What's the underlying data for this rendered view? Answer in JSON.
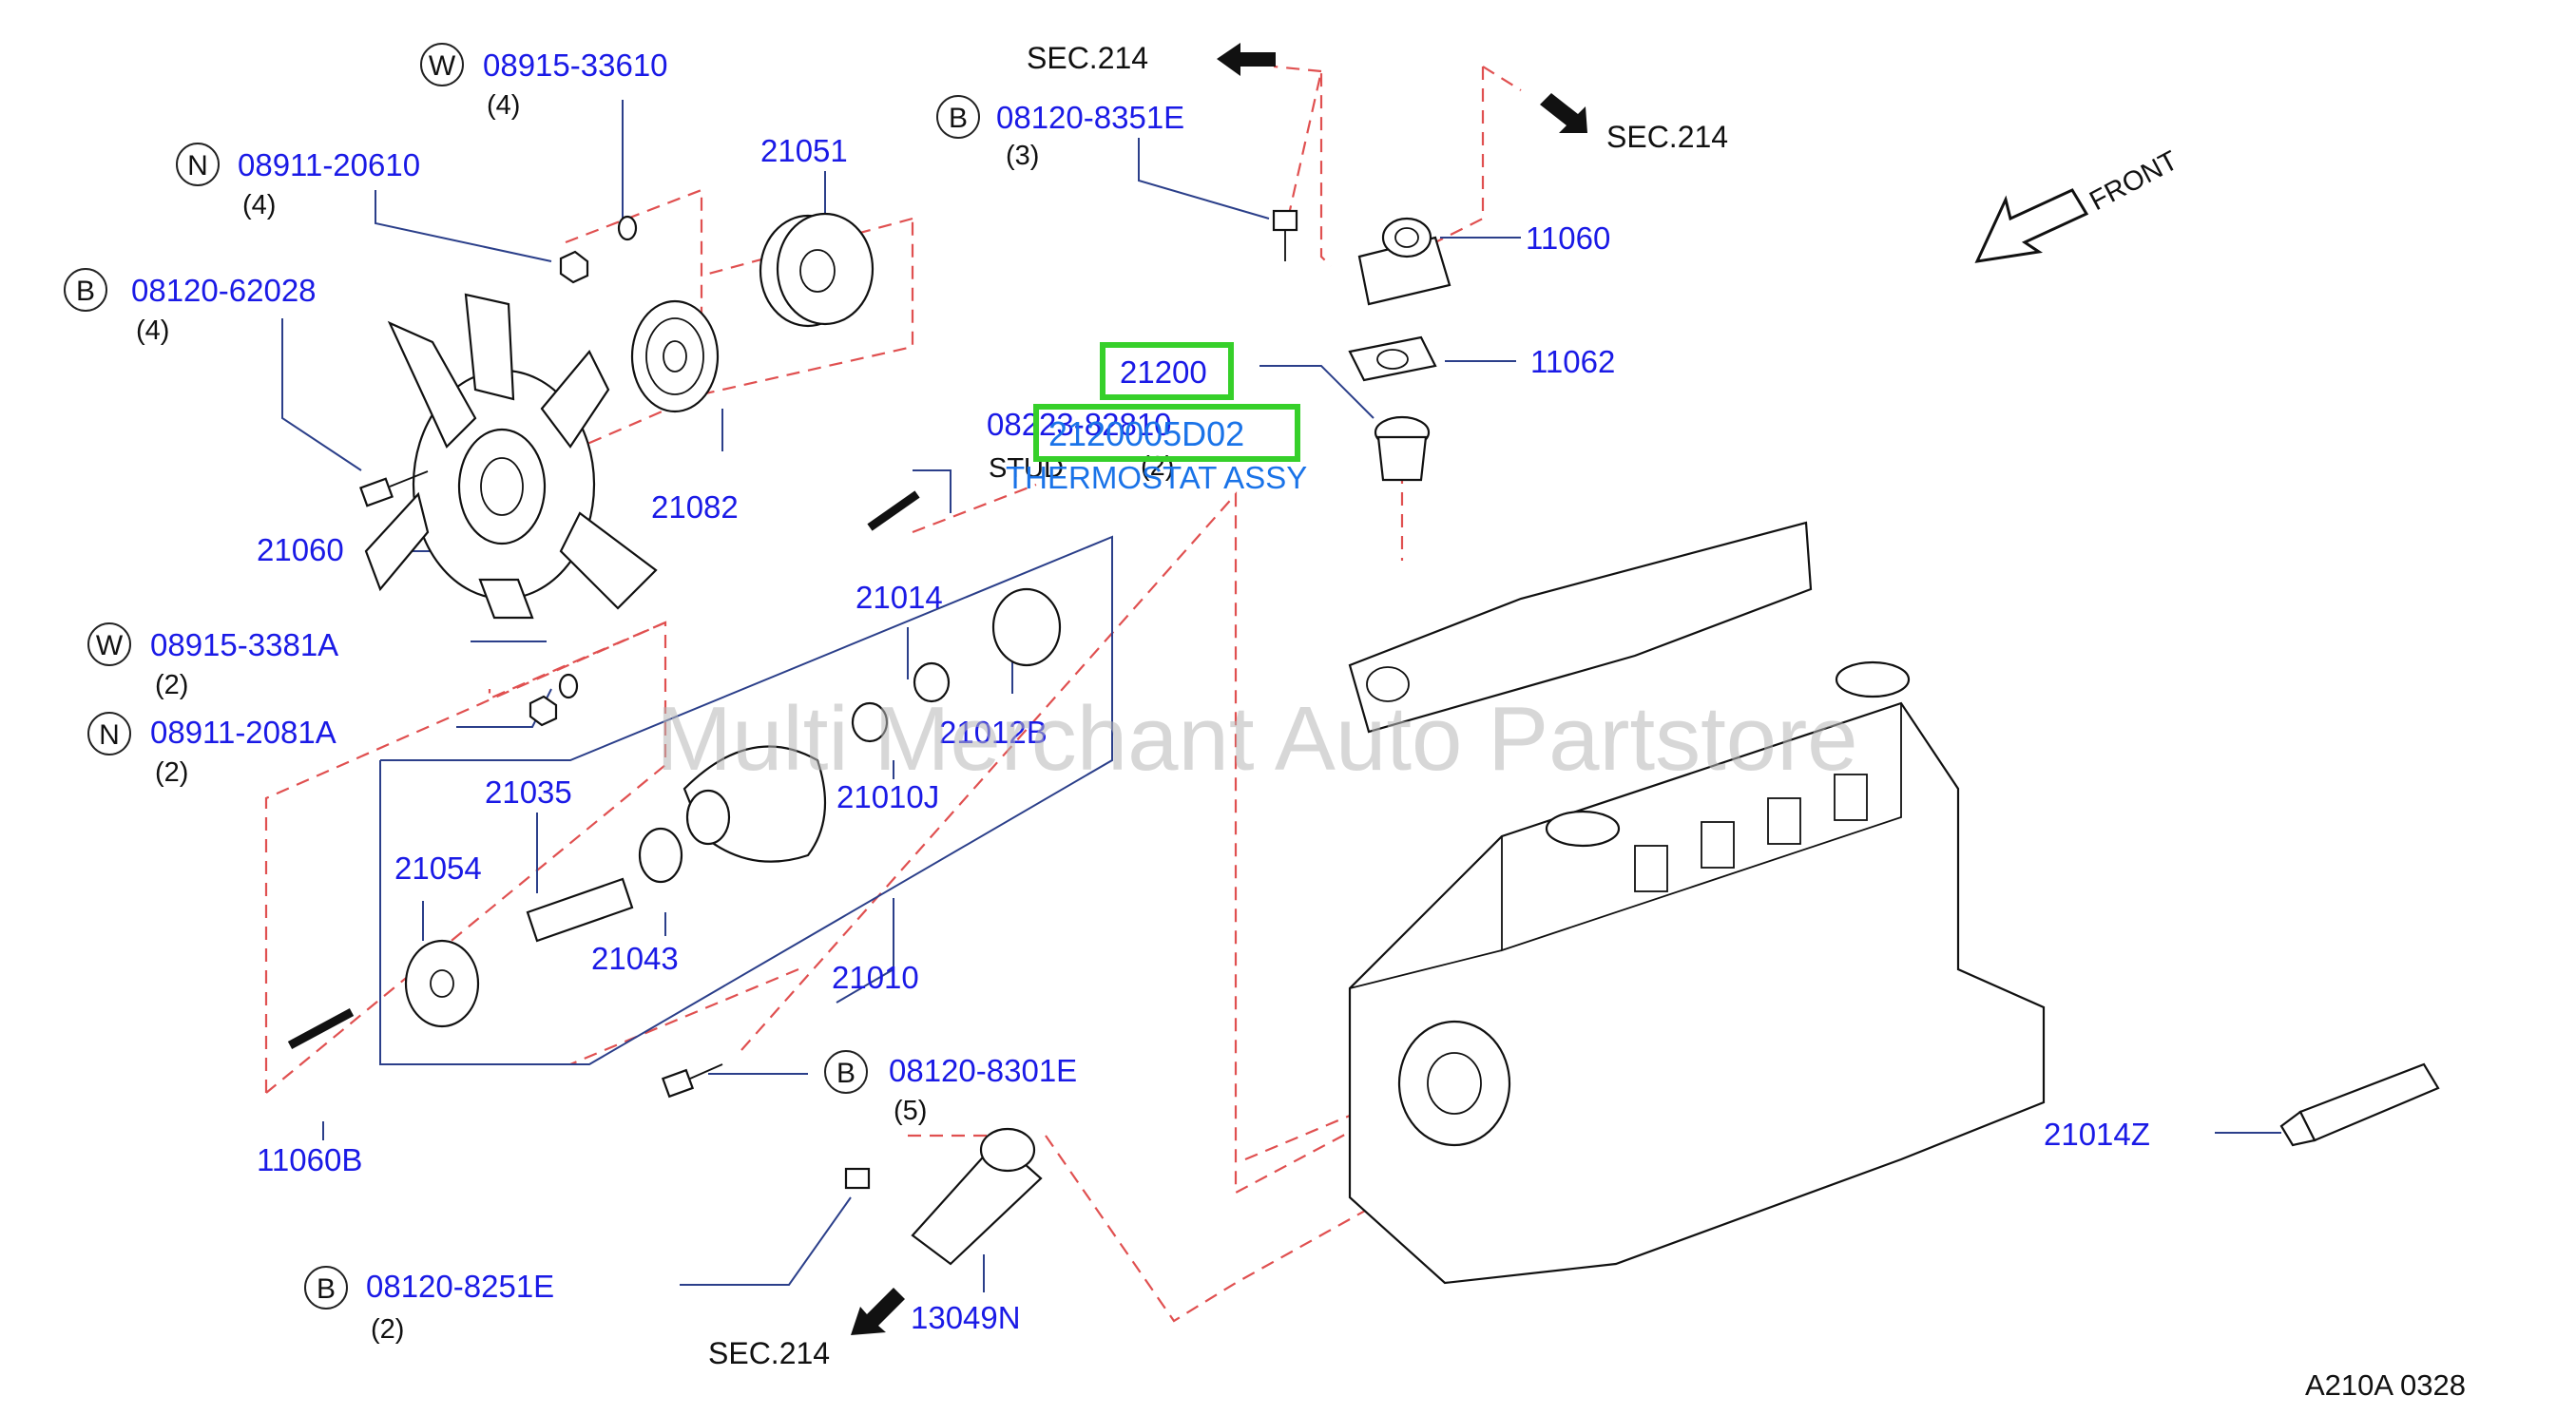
{
  "diagram": {
    "watermark": "Multi Merchant Auto Partstore",
    "footer_code": "A210A  0328",
    "front_label": "FRONT",
    "callouts": {
      "c1": {
        "badge": "W",
        "part": "08915-33610",
        "qty": "(4)"
      },
      "c2": {
        "badge": "N",
        "part": "08911-20610",
        "qty": "(4)"
      },
      "c3": {
        "badge": "B",
        "part": "08120-62028",
        "qty": "(4)"
      },
      "c4": {
        "badge": "W",
        "part": "08915-3381A",
        "qty": "(2)"
      },
      "c5": {
        "badge": "N",
        "part": "08911-2081A",
        "qty": "(2)"
      },
      "c6": {
        "badge": "B",
        "part": "08120-8351E",
        "qty": "(3)"
      },
      "c7": {
        "badge": "B",
        "part": "08120-8301E",
        "qty": "(5)"
      },
      "c8": {
        "badge": "B",
        "part": "08120-8251E",
        "qty": "(2)"
      }
    },
    "labels": {
      "p21051": "21051",
      "p21082": "21082",
      "p21060": "21060",
      "p11060": "11060",
      "p11062": "11062",
      "p21200": "21200",
      "p21014": "21014",
      "p21012B": "21012B",
      "p21010J": "21010J",
      "p21035": "21035",
      "p21054": "21054",
      "p21043": "21043",
      "p21010": "21010",
      "p11060B": "11060B",
      "p21014Z": "21014Z",
      "p13049N": "13049N"
    },
    "stud": {
      "part": "08223-82810",
      "name": "STUD",
      "qty": "(2)"
    },
    "sections": {
      "s1": "SEC.214",
      "s2": "SEC.214",
      "s3": "SEC.214"
    },
    "selected": {
      "part_number": "2120005D02",
      "description": "THERMOSTAT ASSY"
    }
  },
  "colors": {
    "part_number": "#1a1ae6",
    "highlight": "#36d02a",
    "selected_text": "#1a73e8",
    "dashed_line": "#e05050"
  }
}
